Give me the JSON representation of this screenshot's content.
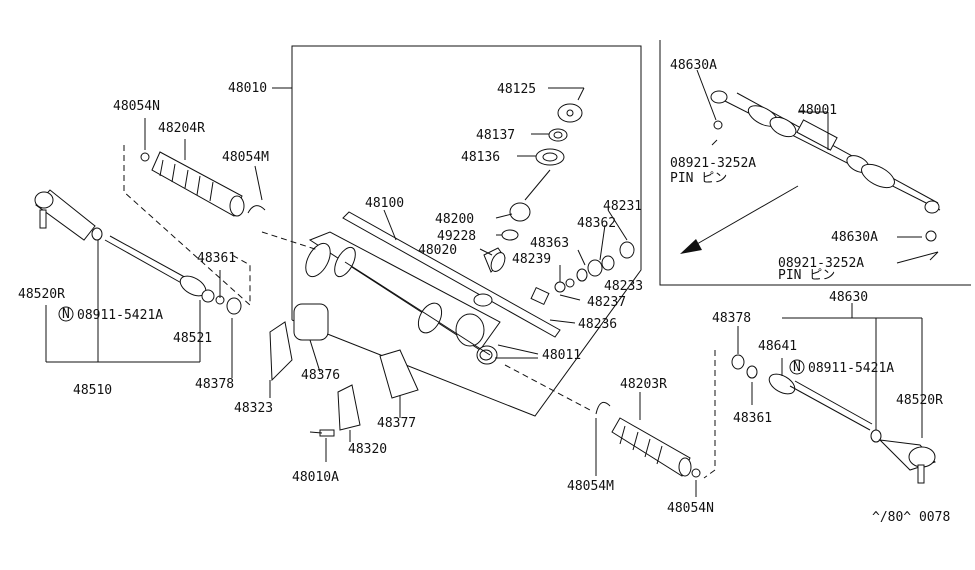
{
  "labels": {
    "l48010": "48010",
    "l48125": "48125",
    "l48137": "48137",
    "l48136": "48136",
    "l48054N_top": "48054N",
    "l48204R": "48204R",
    "l48054M_top": "48054M",
    "l48100": "48100",
    "l48200": "48200",
    "l49228": "49228",
    "l48020": "48020",
    "l48231": "48231",
    "l48362": "48362",
    "l48363": "48363",
    "l48239": "48239",
    "l48233": "48233",
    "l48237": "48237",
    "l48236": "48236",
    "l48011": "48011",
    "l48361_left": "48361",
    "l48520R_left": "48520R",
    "l08911_left": "08911-5421A",
    "l48521": "48521",
    "l48510": "48510",
    "l48378_left": "48378",
    "l48376": "48376",
    "l48323": "48323",
    "l48377": "48377",
    "l48320": "48320",
    "l48010A": "48010A",
    "l48203R": "48203R",
    "l48054M_bottom": "48054M",
    "l48054N_bottom": "48054N",
    "l48630A_top": "48630A",
    "l48001": "48001",
    "l08921_top": "08921-3252A",
    "lpin_top": "PIN ピン",
    "l48630A_bottom": "48630A",
    "l08921_bottom": "08921-3252A",
    "lpin_bottom": "PIN ピン",
    "l48630": "48630",
    "l48378_right": "48378",
    "l48641": "48641",
    "l08911_right": "08911-5421A",
    "l48520R_right": "48520R",
    "l48361_right": "48361",
    "circle_n": "N",
    "footer_code": "^/80^ 0078"
  }
}
